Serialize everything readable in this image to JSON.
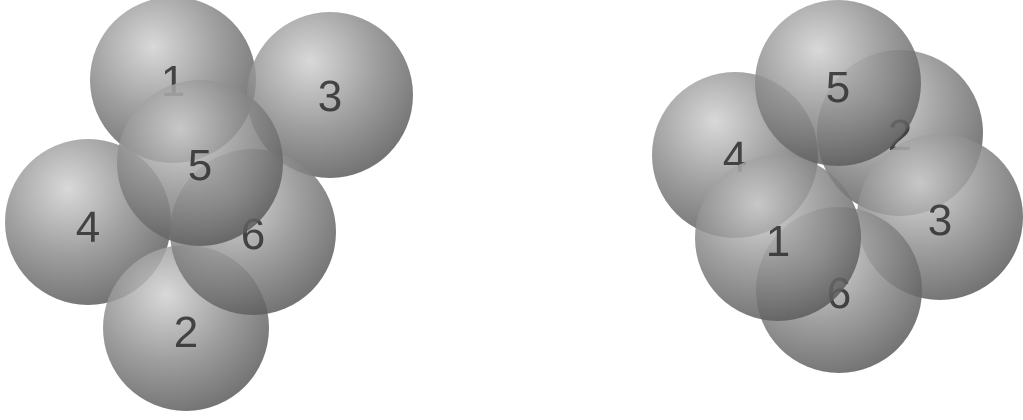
{
  "clusters": [
    {
      "name": "left",
      "spheres": [
        {
          "label": "1"
        },
        {
          "label": "3"
        },
        {
          "label": "4"
        },
        {
          "label": "2"
        },
        {
          "label": "6"
        },
        {
          "label": "5"
        }
      ]
    },
    {
      "name": "right",
      "spheres": [
        {
          "label": "2"
        },
        {
          "label": "4"
        },
        {
          "label": "3"
        },
        {
          "label": "6"
        },
        {
          "label": "1"
        },
        {
          "label": "5"
        }
      ]
    }
  ],
  "colors": {
    "sphere_highlight": "#d2d2d2",
    "sphere_mid": "#8e8e8e",
    "sphere_shadow": "#5c5c5c",
    "label": "#2e2e2e",
    "background": "#ffffff"
  }
}
